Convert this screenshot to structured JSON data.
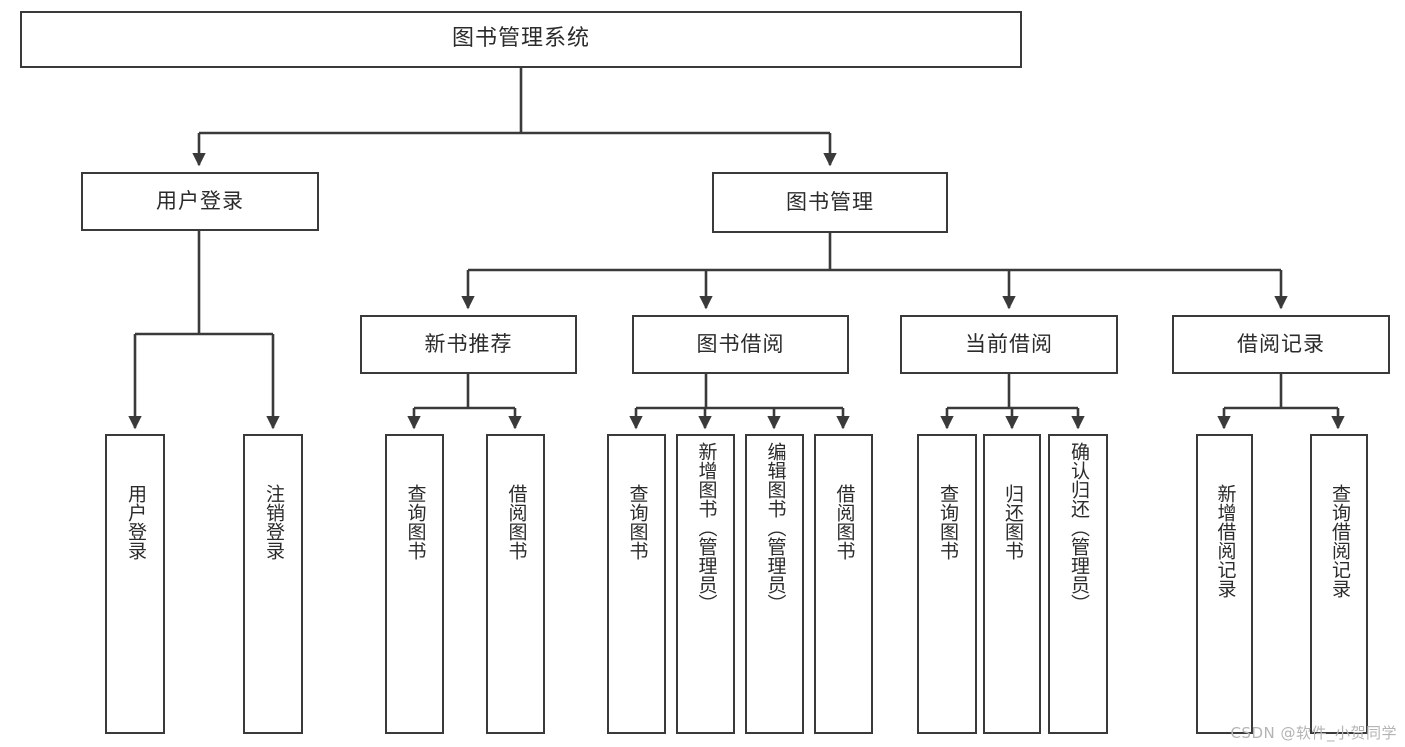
{
  "diagram": {
    "type": "tree",
    "title": "图书管理系统",
    "watermark": "CSDN @软件_小贺同学",
    "colors": {
      "background": "#ffffff",
      "box_fill": "#ffffff",
      "box_stroke": "#3a3a3a",
      "edge": "#3a3a3a",
      "text": "#2b2b2b",
      "watermark": "#b4b4b4"
    },
    "root": {
      "label": "图书管理系统"
    },
    "level2": [
      {
        "id": "user-login",
        "label": "用户登录"
      },
      {
        "id": "book-manage",
        "label": "图书管理"
      }
    ],
    "level3": [
      {
        "id": "new-book-recommend",
        "label": "新书推荐"
      },
      {
        "id": "book-borrow",
        "label": "图书借阅"
      },
      {
        "id": "current-borrow",
        "label": "当前借阅"
      },
      {
        "id": "borrow-record",
        "label": "借阅记录"
      }
    ],
    "leaves": {
      "user_login": [
        {
          "id": "leaf-user-login",
          "label": "用户登录"
        },
        {
          "id": "leaf-user-logout",
          "label": "注销登录"
        }
      ],
      "new_book_recommend": [
        {
          "id": "leaf-query-book-1",
          "label": "查询图书"
        },
        {
          "id": "leaf-borrow-book-1",
          "label": "借阅图书"
        }
      ],
      "book_borrow": [
        {
          "id": "leaf-query-book-2",
          "label": "查询图书"
        },
        {
          "id": "leaf-add-book",
          "label": "新增图书（管理员）"
        },
        {
          "id": "leaf-edit-book",
          "label": "编辑图书（管理员）"
        },
        {
          "id": "leaf-borrow-book-2",
          "label": "借阅图书"
        }
      ],
      "current_borrow": [
        {
          "id": "leaf-query-book-3",
          "label": "查询图书"
        },
        {
          "id": "leaf-return-book",
          "label": "归还图书"
        },
        {
          "id": "leaf-confirm-return",
          "label": "确认归还（管理员）"
        }
      ],
      "borrow_record": [
        {
          "id": "leaf-add-record",
          "label": "新增借阅记录"
        },
        {
          "id": "leaf-query-record",
          "label": "查询借阅记录"
        }
      ]
    }
  }
}
